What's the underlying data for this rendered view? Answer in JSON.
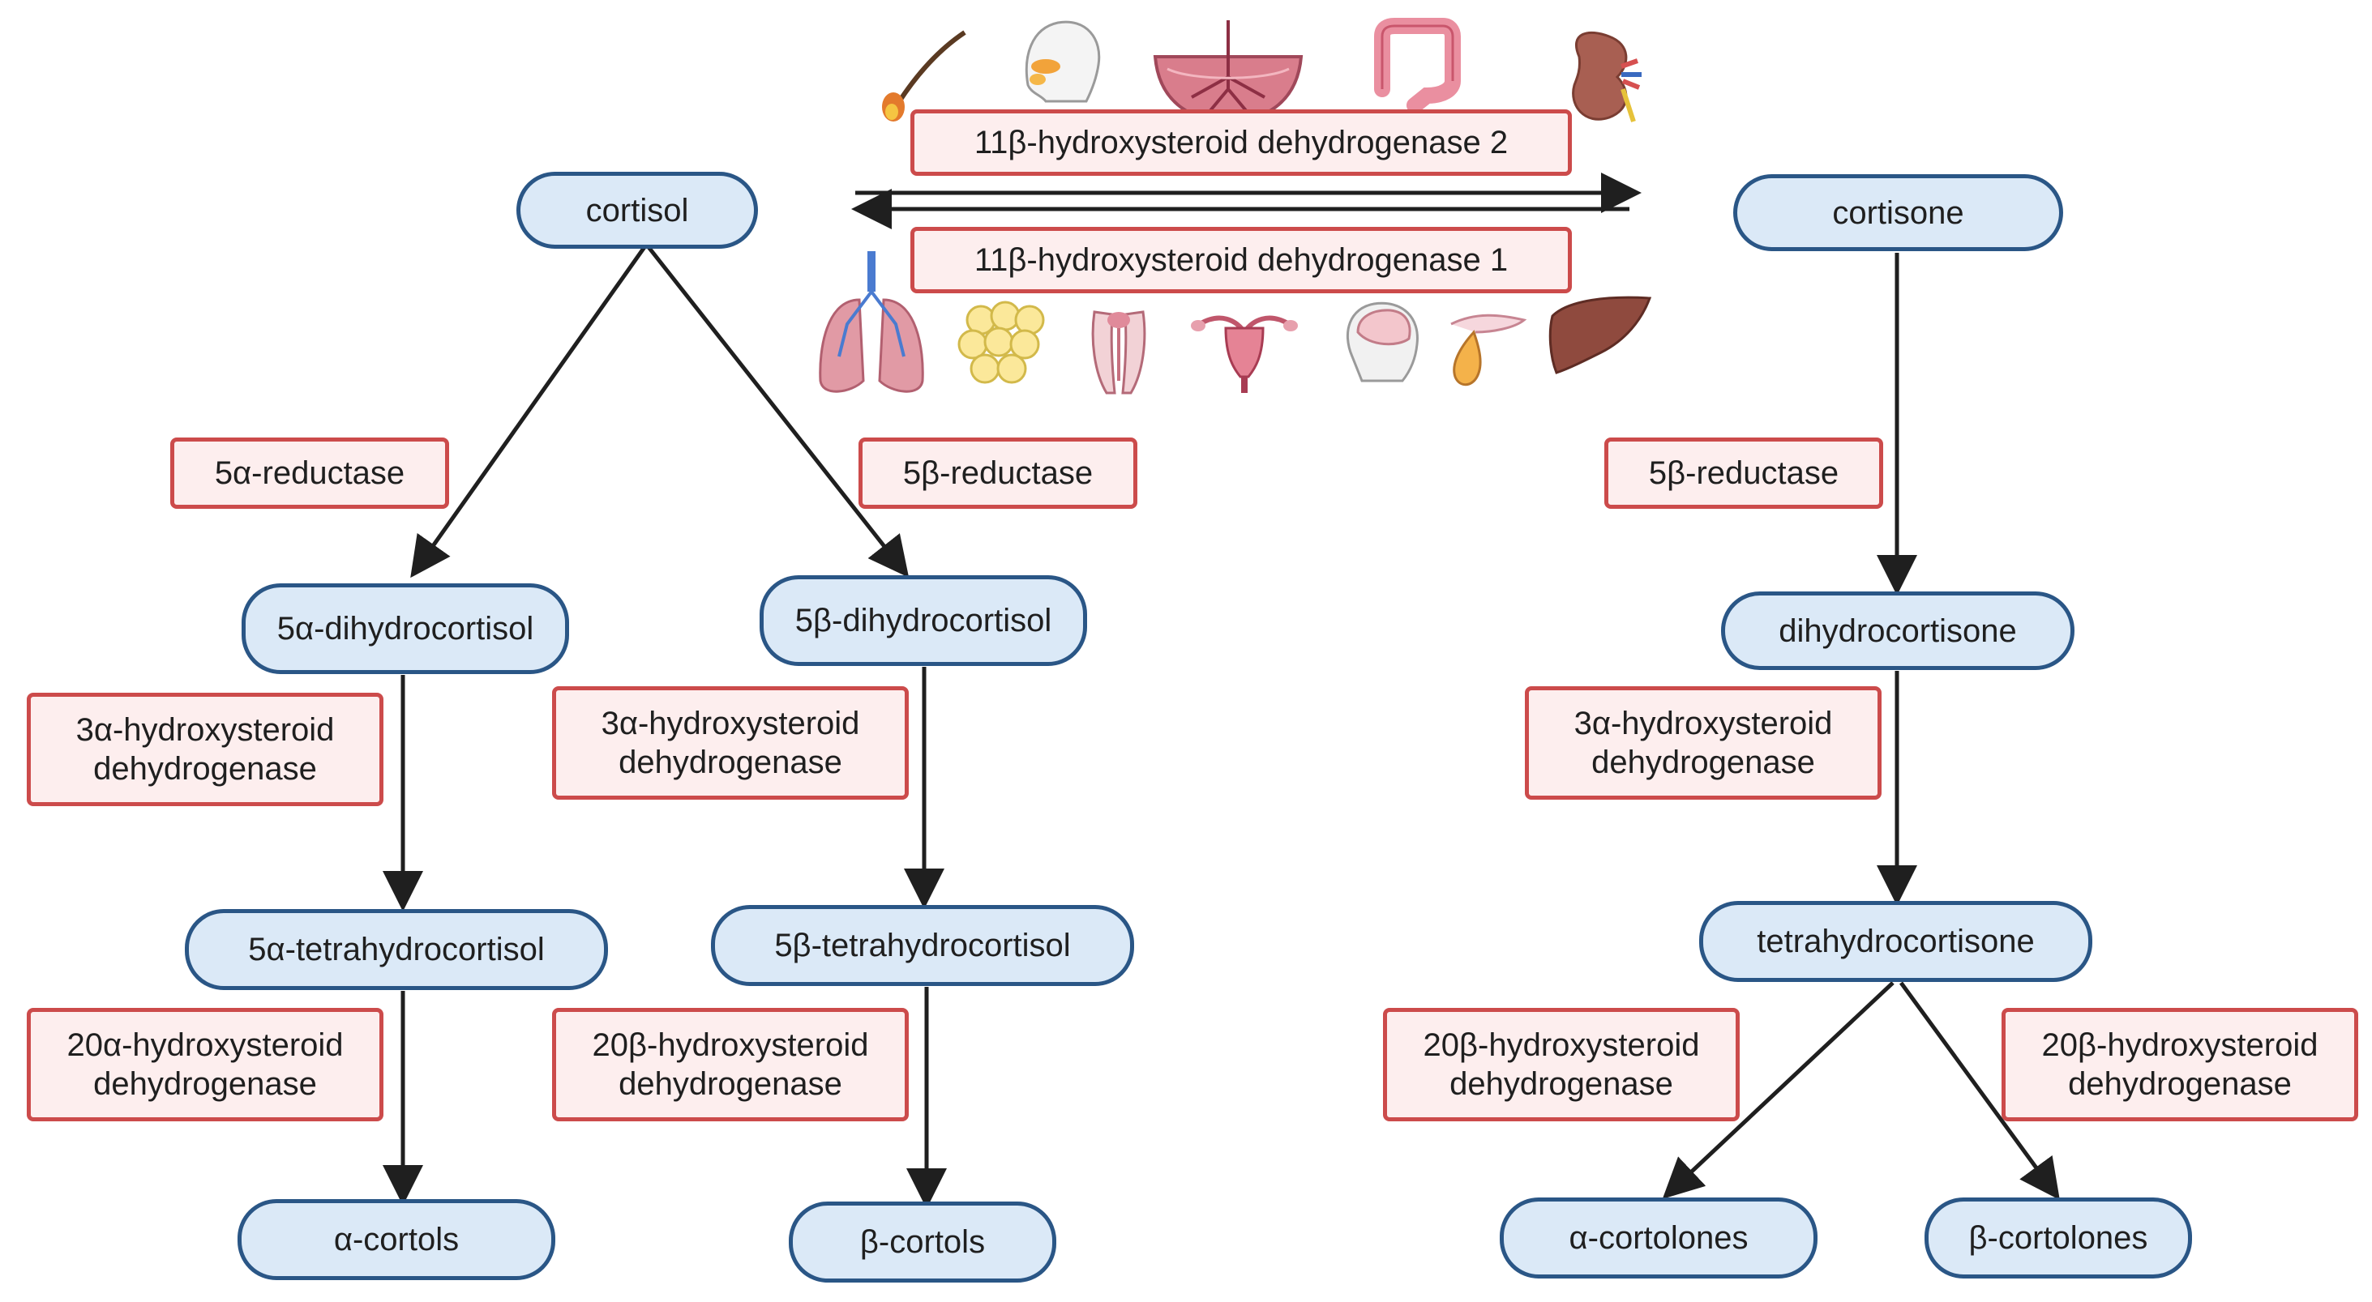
{
  "metabolites": {
    "cortisol": "cortisol",
    "cortisone": "cortisone",
    "five_a_dihydrocortisol": "5α-dihydrocortisol",
    "five_b_dihydrocortisol": "5β-dihydrocortisol",
    "dihydrocortisone": "dihydrocortisone",
    "five_a_tetrahydrocortisol": "5α-tetrahydrocortisol",
    "five_b_tetrahydrocortisol": "5β-tetrahydrocortisol",
    "tetrahydrocortisone": "tetrahydrocortisone",
    "a_cortols": "α-cortols",
    "b_cortols": "β-cortols",
    "a_cortolones": "α-cortolones",
    "b_cortolones": "β-cortolones"
  },
  "enzymes": {
    "hsd11b2": "11β-hydroxysteroid dehydrogenase 2",
    "hsd11b1": "11β-hydroxysteroid dehydrogenase 1",
    "five_a_reductase": "5α-reductase",
    "five_b_reductase_cortisol": "5β-reductase",
    "five_b_reductase_cortisone": "5β-reductase",
    "hsd3a_left": "3α-hydroxysteroid\ndehydrogenase",
    "hsd3a_middle": "3α-hydroxysteroid\ndehydrogenase",
    "hsd3a_right": "3α-hydroxysteroid\ndehydrogenase",
    "hsd20a_left": "20α-hydroxysteroid\ndehydrogenase",
    "hsd20b_middle": "20β-hydroxysteroid\ndehydrogenase",
    "hsd20b_right_a": "20β-hydroxysteroid\ndehydrogenase",
    "hsd20b_right_b": "20β-hydroxysteroid\ndehydrogenase"
  },
  "tissue_icons": {
    "hsd11b2_tissues": [
      "hair-follicle-icon",
      "salivary-gland-head-icon",
      "placenta-icon",
      "colon-icon",
      "kidney-icon"
    ],
    "hsd11b1_tissues": [
      "lungs-icon",
      "adipose-tissue-icon",
      "male-reproductive-icon",
      "uterus-icon",
      "brain-head-icon",
      "pancreas-icon",
      "liver-icon"
    ]
  },
  "colors": {
    "metabolite_fill": "#dbe9f7",
    "metabolite_border": "#2a5686",
    "enzyme_fill": "#fdeeee",
    "enzyme_border": "#cc4b4b",
    "arrow": "#1f1f1f"
  }
}
